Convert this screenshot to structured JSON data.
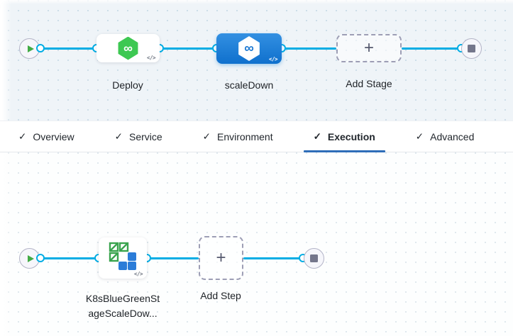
{
  "colors": {
    "connector_blue": "#00ade4",
    "selected_stage_blue": "#0f70cd",
    "deploy_green": "#3dc852",
    "k8s_green": "#3aa44e",
    "k8s_blue": "#2b7cd8",
    "tab_underline_blue": "#2e6db8"
  },
  "glyphs": {
    "check": "✓",
    "plus": "+",
    "infinity": "∞",
    "code": "</>"
  },
  "stage_pipeline": {
    "stage_deploy_label": "Deploy",
    "stage_scaledown_label": "scaleDown",
    "add_stage_label": "Add Stage"
  },
  "tabs": [
    {
      "label": "Overview",
      "checked": true,
      "active": false
    },
    {
      "label": "Service",
      "checked": true,
      "active": false
    },
    {
      "label": "Environment",
      "checked": true,
      "active": false
    },
    {
      "label": "Execution",
      "checked": true,
      "active": true
    },
    {
      "label": "Advanced",
      "checked": true,
      "active": false
    }
  ],
  "execution_canvas": {
    "step_label": "K8sBlueGreenSt\nageScaleDow...",
    "add_step_label": "Add Step"
  }
}
